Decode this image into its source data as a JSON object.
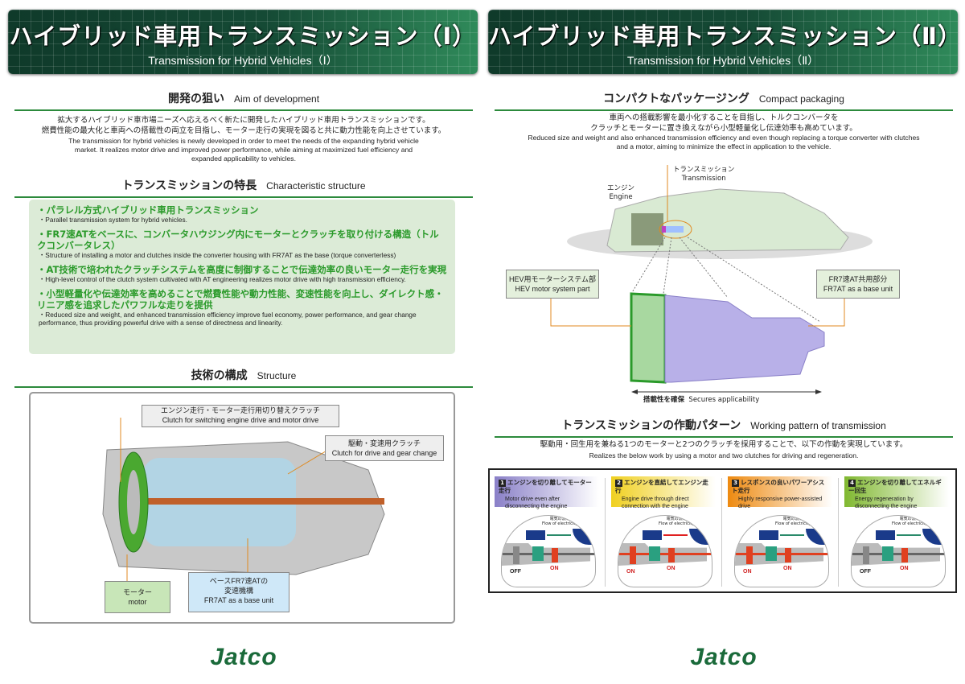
{
  "page1": {
    "title_jp": "ハイブリッド車用トランスミッション（Ⅰ）",
    "title_en": "Transmission for Hybrid Vehicles（Ⅰ）",
    "aim": {
      "heading_jp": "開発の狙い",
      "heading_en": "Aim of development",
      "jp1": "拡大するハイブリッド車市場ニーズへ応えるべく新たに開発したハイブリッド車用トランスミッションです。",
      "jp2": "燃費性能の最大化と車両への搭載性の両立を目指し、モーター走行の実現を図ると共に動力性能を向上させています。",
      "en": "The transmission for hybrid vehicles is newly developed in order to meet the needs of the expanding hybrid vehicle market. It realizes motor drive and improved power performance, while aiming at maximized fuel efficiency and expanded applicability to vehicles."
    },
    "features": {
      "heading_jp": "トランスミッションの特長",
      "heading_en": "Characteristic structure",
      "items": [
        {
          "jp": "・パラレル方式ハイブリッド車用トランスミッション",
          "en": "・Parallel transmission system for hybrid vehicles."
        },
        {
          "jp": "・FR7速ATをベースに、コンバータハウジング内にモーターとクラッチを取り付ける構造（トルクコンバータレス）",
          "en": "・Structure of installing a motor and clutches inside the converter housing with FR7AT as the base (torque converterless)"
        },
        {
          "jp": "・AT技術で培われたクラッチシステムを高度に制御することで伝達効率の良いモーター走行を実現",
          "en": "・High-level control of the clutch system cultivated with AT engineering realizes motor drive with high transmission efficiency."
        },
        {
          "jp": "・小型軽量化や伝達効率を高めることで燃費性能や動力性能、変速性能を向上し、ダイレクト感・リニア感を追求したパワフルな走りを提供",
          "en": "・Reduced size and weight, and enhanced transmission efficiency improve fuel economy, power performance, and gear change performance, thus providing powerful drive with a sense of directness and linearity."
        }
      ]
    },
    "structure": {
      "heading_jp": "技術の構成",
      "heading_en": "Structure",
      "clutch1_jp": "エンジン走行・モーター走行用切り替えクラッチ",
      "clutch1_en": "Clutch for switching engine drive and motor drive",
      "clutch2_jp": "駆動・変速用クラッチ",
      "clutch2_en": "Clutch for drive and gear change",
      "motor_jp": "モーター",
      "motor_en": "motor",
      "base_jp1": "ベースFR7速ATの",
      "base_jp2": "変速機構",
      "base_en": "FR7AT as a base unit"
    },
    "logo": "Jatco"
  },
  "page2": {
    "title_jp": "ハイブリッド車用トランスミッション（Ⅱ）",
    "title_en": "Transmission for Hybrid Vehicles（Ⅱ）",
    "compact": {
      "heading_jp": "コンパクトなパッケージング",
      "heading_en": "Compact packaging",
      "jp1": "車両への搭載影響を最小化することを目指し、トルクコンバータを",
      "jp2": "クラッチとモーターに置き換えながら小型軽量化し伝達効率も高めています。",
      "en": "Reduced size and weight and also enhanced transmission efficiency and even though replacing a torque converter with clutches and a motor, aiming to minimize the effect in application to the vehicle.",
      "engine_jp": "エンジン",
      "engine_en": "Engine",
      "trans_jp": "トランスミッション",
      "trans_en": "Transmission",
      "hev_jp": "HEV用モーターシステム部",
      "hev_en": "HEV motor system part",
      "fr7_jp": "FR7速AT共用部分",
      "fr7_en": "FR7AT as a base unit",
      "secures_jp": "搭載性を確保",
      "secures_en": "Secures applicability"
    },
    "working": {
      "heading_jp": "トランスミッションの作動パターン",
      "heading_en": "Working pattern of transmission",
      "jp": "駆動用・回生用を兼ねる1つのモーターと2つのクラッチを採用することで、以下の作動を実現しています。",
      "en": "Realizes the below work by using a motor and two clutches for driving and regeneration.",
      "flow_jp": "電気の流れ",
      "flow_en": "Flow of electricity",
      "patterns": [
        {
          "num": "1",
          "jp": "エンジンを切り離してモーター走行",
          "en": "Motor drive even after disconnecting the engine",
          "c1": "OFF",
          "c2": "ON",
          "color": "#8a80c8"
        },
        {
          "num": "2",
          "jp": "エンジンを直結してエンジン走行",
          "en": "Engine drive through direct connection with the engine",
          "c1": "ON",
          "c2": "ON",
          "color": "#f0d020"
        },
        {
          "num": "3",
          "jp": "レスポンスの良いパワーアシスト走行",
          "en": "Highly responsive power-assisted drive",
          "c1": "ON",
          "c2": "ON",
          "color": "#ee8a10"
        },
        {
          "num": "4",
          "jp": "エンジンを切り離してエネルギー回生",
          "en": "Energy regeneration by disconnecting the engine",
          "c1": "OFF",
          "c2": "ON",
          "color": "#80b830"
        }
      ]
    },
    "logo": "Jatco"
  }
}
